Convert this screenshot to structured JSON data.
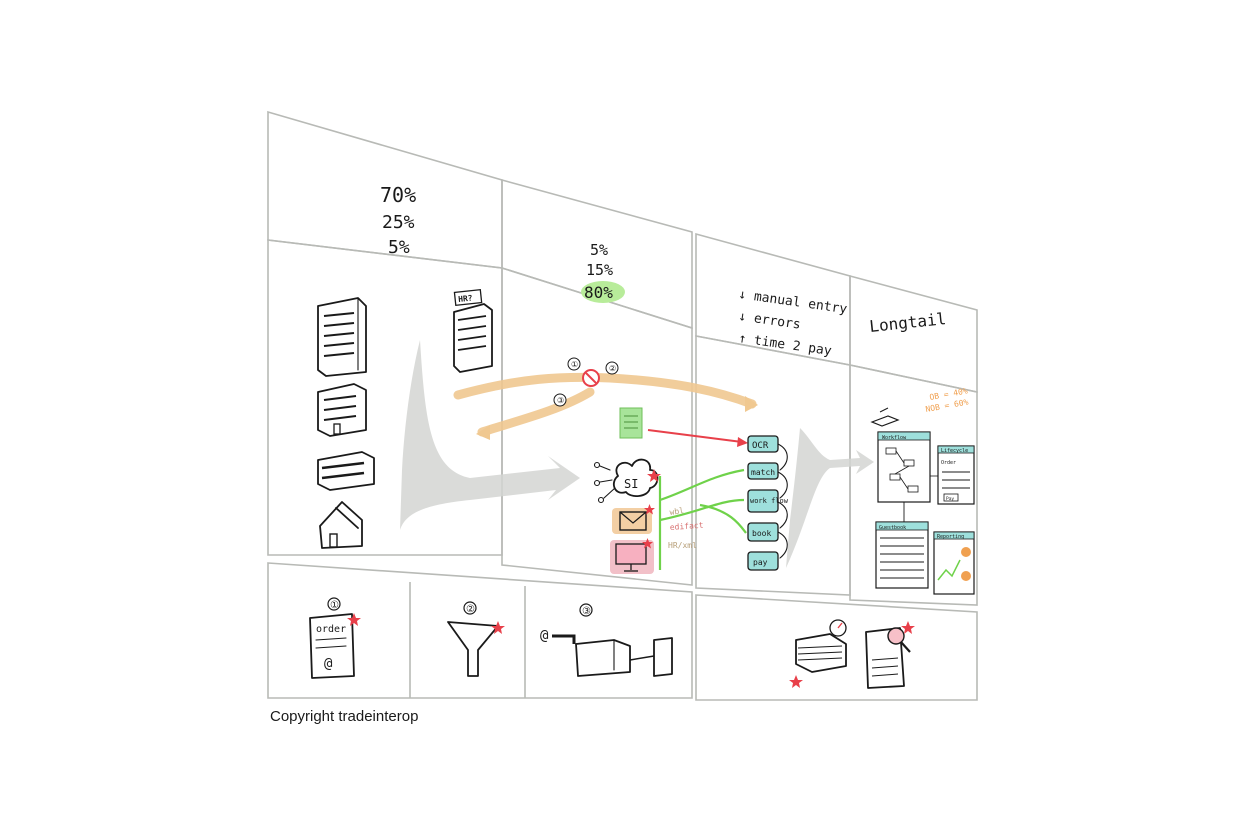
{
  "board": {
    "top_left": {
      "stats": [
        "70%",
        "25%",
        "5%"
      ]
    },
    "top_middle": {
      "stats": [
        "5%",
        "15%",
        "80%"
      ],
      "highlight_color": "#b8ec9a"
    },
    "top_right": {
      "effects": [
        "↓ manual entry",
        "↓ errors",
        "↑ time 2 pay"
      ],
      "label": "Longtail"
    },
    "middle": {
      "building_tag": "HR?",
      "steps": [
        "①",
        "②",
        "③"
      ],
      "hub_label": "SI",
      "channels": [
        "wbl",
        "edifact",
        "HR/xml"
      ],
      "process": [
        "OCR",
        "match",
        "work flow",
        "book",
        "pay"
      ],
      "percent_ob": "OB = 40%",
      "percent_nob": "NOB = 60%",
      "screens": [
        "Workflow",
        "Lifecycle",
        "Order",
        "Guestbook",
        "Reporting",
        "Pay"
      ]
    },
    "bottom": {
      "step_numbers": [
        "①",
        "②",
        "③"
      ],
      "order_label": "order",
      "at_symbol": "@"
    },
    "colors": {
      "orange": "#f0c890",
      "green": "#6fd24a",
      "red": "#e8404a",
      "teal": "#9ee0dc",
      "grey_flow": "#d4d5d2"
    }
  },
  "caption": "Copyright tradeinterop"
}
